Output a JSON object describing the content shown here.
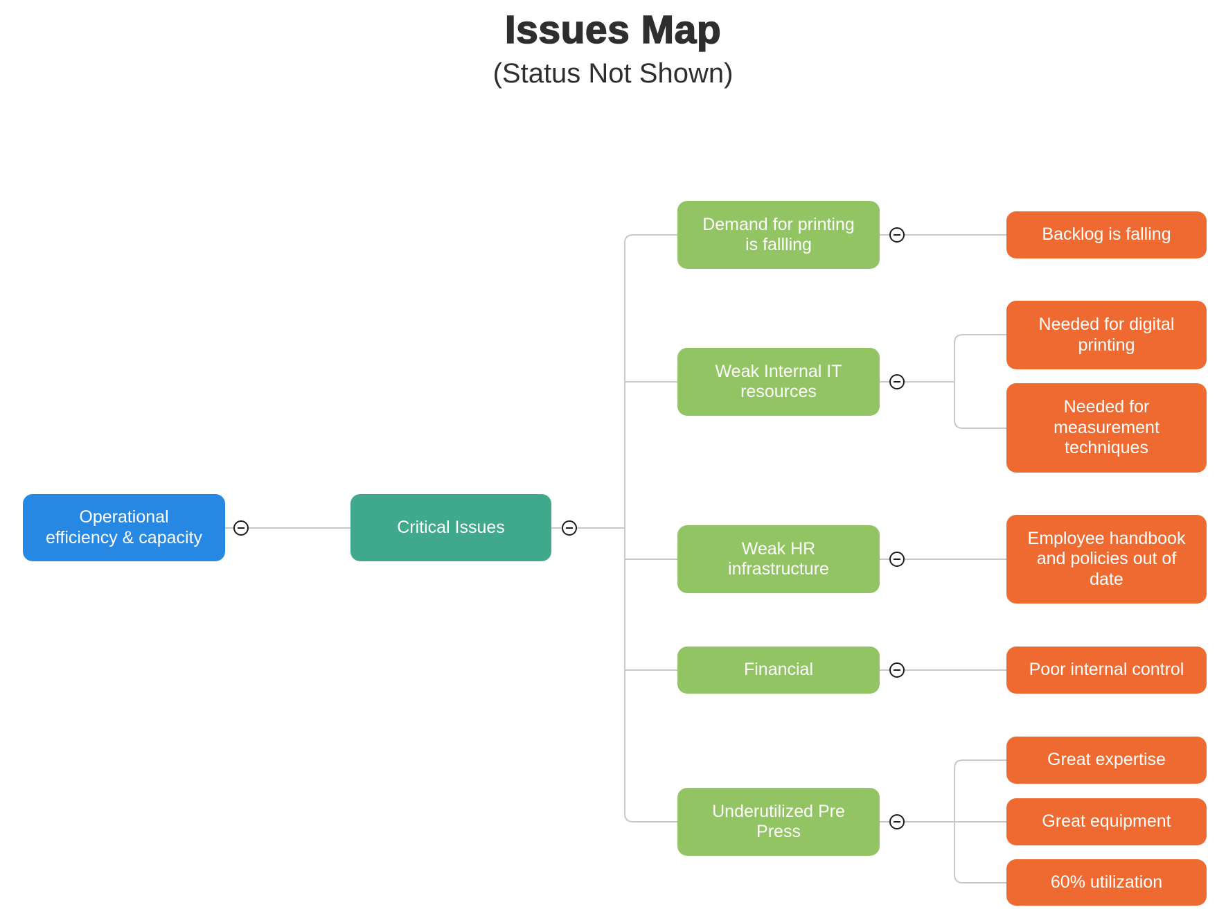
{
  "title": "Issues Map",
  "subtitle": "(Status Not Shown)",
  "colors": {
    "root": "#2788E3",
    "critical": "#41A98B",
    "branch": "#92C463",
    "leaf": "#EF6A31",
    "connector": "#C8C8C8",
    "node_text": "#FFFFFF",
    "title_text": "#2E2E2E"
  },
  "map": {
    "root": {
      "label": "Operational efficiency & capacity"
    },
    "critical": {
      "label": "Critical Issues"
    },
    "branches": [
      {
        "label": "Demand for printing is fallling",
        "children": [
          {
            "label": "Backlog is falling"
          }
        ]
      },
      {
        "label": "Weak Internal IT resources",
        "children": [
          {
            "label": "Needed for digital printing"
          },
          {
            "label": "Needed for measurement techniques"
          }
        ]
      },
      {
        "label": "Weak HR infrastructure",
        "children": [
          {
            "label": "Employee handbook and policies out of date"
          }
        ]
      },
      {
        "label": "Financial",
        "children": [
          {
            "label": "Poor internal control"
          }
        ]
      },
      {
        "label": "Underutilized Pre Press",
        "children": [
          {
            "label": "Great expertise"
          },
          {
            "label": "Great equipment"
          },
          {
            "label": "60% utilization"
          }
        ]
      }
    ]
  }
}
